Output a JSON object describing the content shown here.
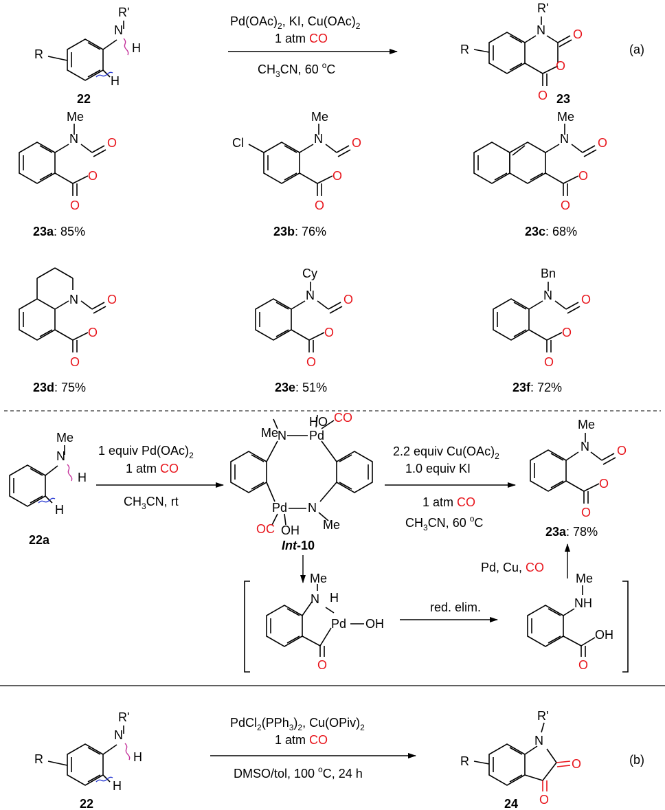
{
  "colors": {
    "red": "#e8141b",
    "black": "#000000",
    "wavy_magenta": "#c4339b",
    "wavy_blue": "#2a3bd3"
  },
  "atoms": {
    "N": "N",
    "O": "O",
    "H": "H",
    "R": "R",
    "Rp": "R'",
    "Me": "Me",
    "Cy": "Cy",
    "Bn": "Bn",
    "Cl": "Cl",
    "Pd": "Pd",
    "OH": "OH",
    "CO": "CO",
    "NH": "NH",
    "HO": "HO",
    "OC": "OC"
  },
  "part_a": {
    "label": "(a)",
    "start": "22",
    "product": "23",
    "conditions": {
      "reagents_1": "Pd(OAc)",
      "reagents_1_sub": "2",
      "reagents_1b": ", KI, Cu(OAc)",
      "reagents_1b_sub": "2",
      "pressure": "1 atm ",
      "co": "CO",
      "solvent_a": "CH",
      "solvent_sub": "3",
      "solvent_b": "CN, 60 ",
      "deg": "o",
      "solvent_c": "C"
    },
    "examples": [
      {
        "id": "23a",
        "yield": ": 85%"
      },
      {
        "id": "23b",
        "yield": ": 76%"
      },
      {
        "id": "23c",
        "yield": ": 68%"
      },
      {
        "id": "23d",
        "yield": ": 75%"
      },
      {
        "id": "23e",
        "yield": ": 51%"
      },
      {
        "id": "23f",
        "yield": ": 72%"
      }
    ]
  },
  "mechanism": {
    "start": "22a",
    "step1": {
      "line1": "1 equiv Pd(OAc)",
      "line1_sub": "2",
      "line2": "1 atm ",
      "co": "CO",
      "solvent_a": "CH",
      "solvent_sub": "3",
      "solvent_b": "CN, rt"
    },
    "intermediate_italic": "Int",
    "intermediate_rest": "-10",
    "step2": {
      "line1": "2.2 equiv Cu(OAc)",
      "line1_sub": "2",
      "line2": "1.0 equiv KI",
      "line3": "1 atm ",
      "co": "CO",
      "solvent_a": "CH",
      "solvent_sub": "3",
      "solvent_b": "CN, 60 ",
      "deg": "o",
      "solvent_c": "C"
    },
    "product": {
      "id": "23a",
      "yield": ": 78%"
    },
    "red_elim": "red. elim.",
    "pd_cu_a": "Pd, Cu, ",
    "pd_cu_co": "CO"
  },
  "part_b": {
    "label": "(b)",
    "start": "22",
    "product": "24",
    "conditions": {
      "line1_a": "PdCl",
      "line1_sub1": "2",
      "line1_b": "(PPh",
      "line1_sub2": "3",
      "line1_c": ")",
      "line1_sub3": "2",
      "line1_d": ", Cu(OPiv)",
      "line1_sub4": "2",
      "pressure": "1 atm ",
      "co": "CO",
      "line3_a": "DMSO/tol, 100 ",
      "deg": "o",
      "line3_b": "C, 24 h"
    }
  }
}
